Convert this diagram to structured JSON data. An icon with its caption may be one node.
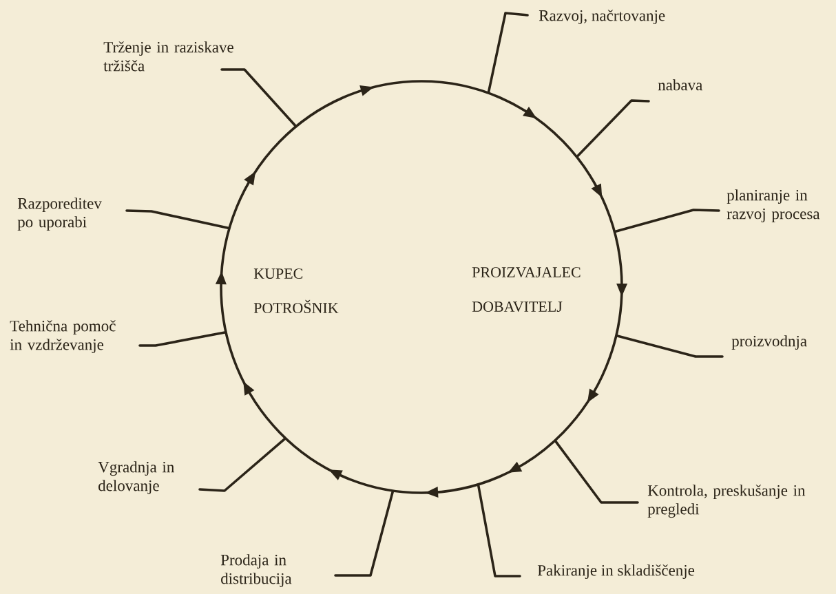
{
  "diagram": {
    "nodes": [
      {
        "text": [
          "KUPEC POTROŠNIK",
          "PROIZVAJALEC DOBAVITELJ"
        ]
      },
      {
        "text": [
          "Razvoj, načrtovanje"
        ]
      },
      {
        "text": [
          "nabava"
        ]
      },
      {
        "text": [
          "planiranje in razvoj procesa"
        ]
      },
      {
        "text": [
          "proizvodnja"
        ]
      },
      {
        "text": [
          "Kontrola, preskušanje in pregledi"
        ]
      },
      {
        "text": [
          "Pakiranje in skladiščenje"
        ]
      },
      {
        "text": [
          "Prodaja in distribucija"
        ]
      },
      {
        "text": [
          "Vgradnja in delovanje"
        ]
      },
      {
        "text": [
          "Tehnična pomoč in vzdrževanje"
        ]
      },
      {
        "text": [
          "Razporeditev po uporabi"
        ]
      },
      {
        "text": [
          "Trženje in raziskave tržišča"
        ]
      }
    ],
    "edges": [
      {
        "from": 1,
        "to": 0,
        "arrow": "none"
      },
      {
        "from": 2,
        "to": 0,
        "arrow": "none"
      },
      {
        "from": 3,
        "to": 0,
        "arrow": "none"
      },
      {
        "from": 4,
        "to": 0,
        "arrow": "none"
      },
      {
        "from": 5,
        "to": 0,
        "arrow": "none"
      },
      {
        "from": 6,
        "to": 0,
        "arrow": "none"
      },
      {
        "from": 7,
        "to": 0,
        "arrow": "none"
      },
      {
        "from": 8,
        "to": 0,
        "arrow": "none"
      },
      {
        "from": 9,
        "to": 0,
        "arrow": "none"
      },
      {
        "from": 10,
        "to": 0,
        "arrow": "none"
      },
      {
        "from": 11,
        "to": 0,
        "arrow": "none"
      }
    ]
  }
}
